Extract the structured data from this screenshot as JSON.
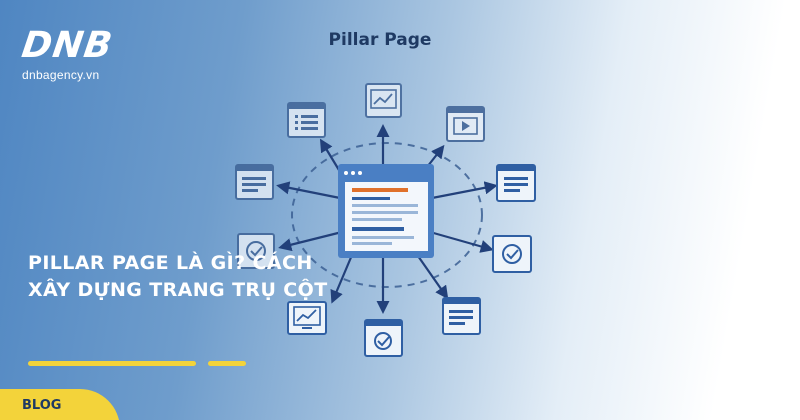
{
  "brand": {
    "logo_text": "DNB",
    "domain": "dnbagency.vn"
  },
  "diagram": {
    "title": "Pillar Page",
    "center_icon": "document-window-icon",
    "cluster_icons": [
      "list-window-icon",
      "chart-window-icon",
      "video-window-icon",
      "text-window-icon",
      "check-window-icon",
      "text-window-icon",
      "check-window-icon",
      "chart-window-icon",
      "check-window-icon",
      "text-window-icon"
    ]
  },
  "headline": {
    "line1": "PILLAR PAGE LÀ GÌ? CÁCH",
    "line2": "XÂY DỰNG TRANG TRỤ CỘT"
  },
  "tag": {
    "label": "BLOG"
  },
  "colors": {
    "accent_yellow": "#f3d33a",
    "navy": "#1f3a63",
    "blue": "#3f6fb2"
  }
}
